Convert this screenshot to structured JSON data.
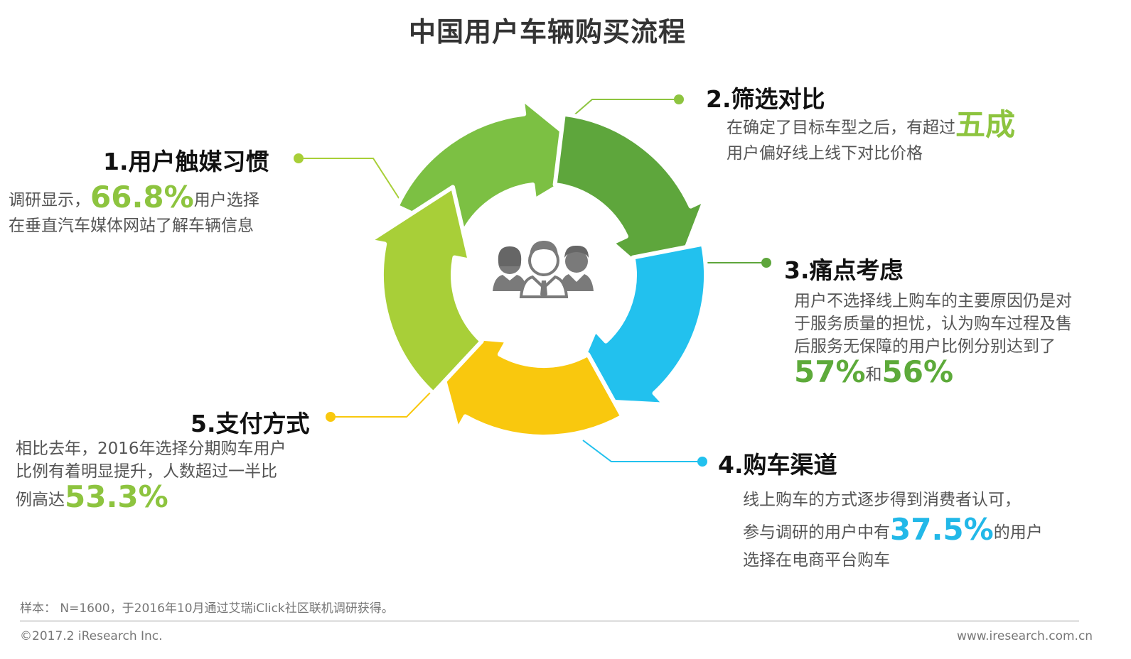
{
  "title": "中国用户车辆购买流程",
  "colors": {
    "light_green": "#8dc43f",
    "green": "#7cc043",
    "dark_green": "#5ea63c",
    "cyan": "#22c1ee",
    "yellow": "#f9c80e",
    "lime": "#a8cf38"
  },
  "center_icon": "users-group-icon",
  "steps": {
    "s1": {
      "heading": "1.用户触媒习惯",
      "line1_pre": "调研显示，",
      "line1_value": "66.8%",
      "line1_post": "用户选择",
      "line2": "在垂直汽车媒体网站了解车辆信息"
    },
    "s2": {
      "heading": "2.筛选对比",
      "line1_pre": "在确定了目标车型之后，有超过",
      "line1_value": "五成",
      "line2": "用户偏好线上线下对比价格"
    },
    "s3": {
      "heading": "3.痛点考虑",
      "line1": "用户不选择线上购车的主要原因仍是对",
      "line2": "于服务质量的担忧，认为购车过程及售",
      "line3": "后服务无保障的用户比例分别达到了",
      "value_a": "57%",
      "joiner": "和",
      "value_b": "56%"
    },
    "s4": {
      "heading": "4.购车渠道",
      "line1": "线上购车的方式逐步得到消费者认可，",
      "line2_pre": "参与调研的用户中有",
      "line2_value": "37.5%",
      "line2_post": "的用户",
      "line3": "选择在电商平台购车"
    },
    "s5": {
      "heading": "5.支付方式",
      "line1": "相比去年，2016年选择分期购车用户",
      "line2": "比例有着明显提升，人数超过一半比",
      "line3_pre": "例高达",
      "line3_value": "53.3%"
    }
  },
  "footer": {
    "sample": "样本： N=1600，于2016年10月通过艾瑞iClick社区联机调研获得。",
    "copyright": "©2017.2 iResearch Inc.",
    "website": "www.iresearch.com.cn"
  }
}
